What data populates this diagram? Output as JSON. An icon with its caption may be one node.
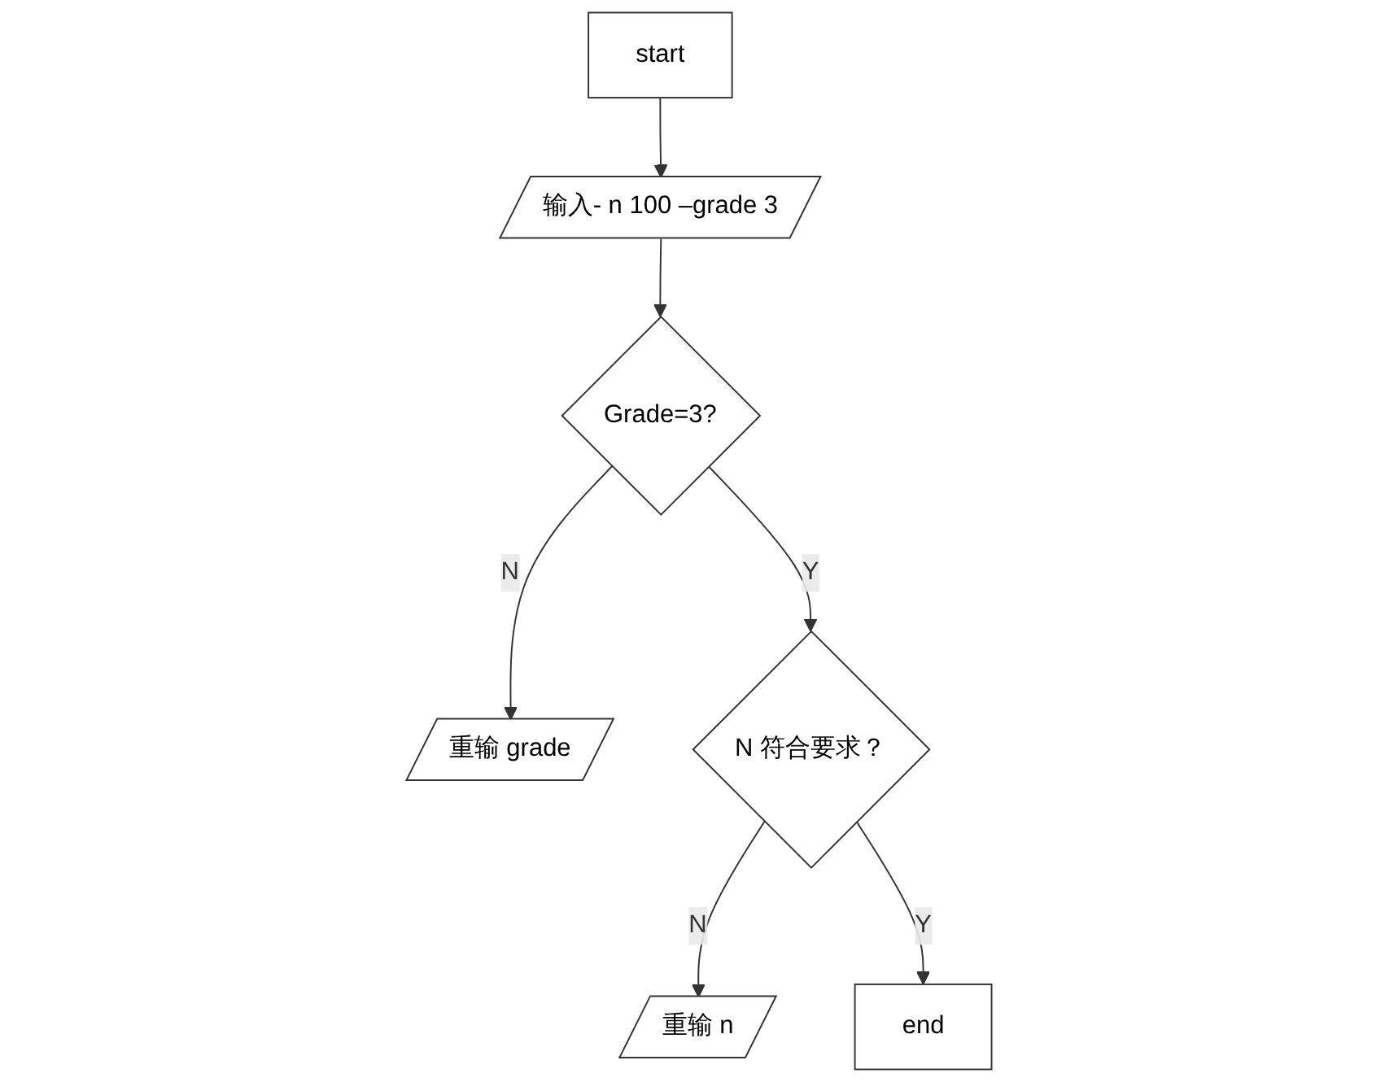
{
  "diagram": {
    "nodes": [
      {
        "text": [
          "start"
        ]
      },
      {
        "text": [
          "输入- n 100 –grade 3"
        ]
      },
      {
        "text": [
          "Grade=3?"
        ]
      },
      {
        "text": [
          "重输 grade"
        ]
      },
      {
        "text": [
          "N 符合要求？"
        ]
      },
      {
        "text": [
          "重输 n"
        ]
      },
      {
        "text": [
          "end"
        ]
      }
    ],
    "edges": [
      {
        "from": 0,
        "to": 1,
        "arrow": "to"
      },
      {
        "from": 1,
        "to": 2,
        "arrow": "to"
      },
      {
        "from": 2,
        "to": 3,
        "arrow": "to",
        "label": "N"
      },
      {
        "from": 2,
        "to": 4,
        "arrow": "to",
        "label": "Y"
      },
      {
        "from": 4,
        "to": 5,
        "arrow": "to",
        "label": "N"
      },
      {
        "from": 4,
        "to": 6,
        "arrow": "to",
        "label": "Y"
      }
    ]
  }
}
